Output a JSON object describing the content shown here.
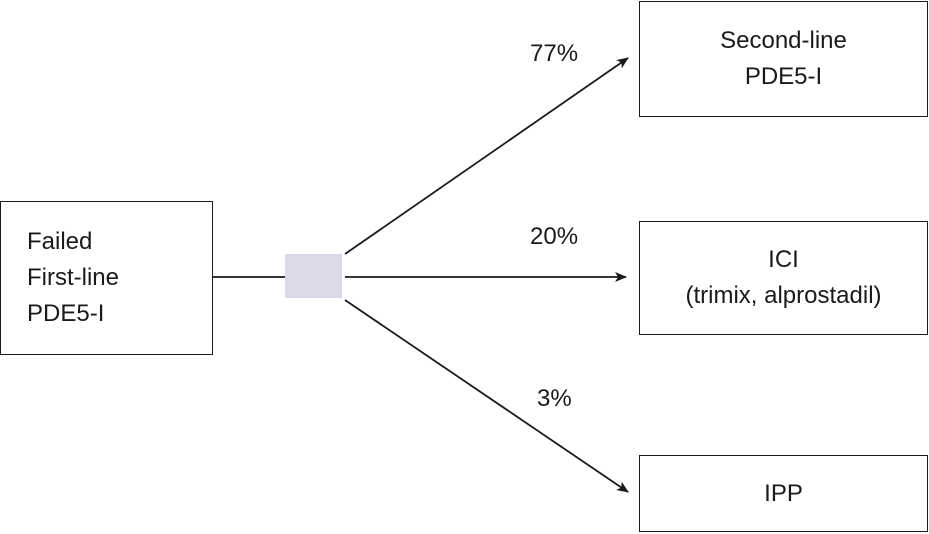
{
  "source": {
    "lines": [
      "Failed",
      "First-line",
      "PDE5-I"
    ]
  },
  "outcomes": [
    {
      "lines": [
        "Second-line",
        "PDE5-I"
      ],
      "percent": "77%"
    },
    {
      "lines": [
        "ICI",
        "(trimix, alprostadil)"
      ],
      "percent": "20%"
    },
    {
      "lines": [
        "IPP"
      ],
      "percent": "3%"
    }
  ],
  "colors": {
    "line": "#1a1a1a",
    "node": "#d9d9e8"
  }
}
